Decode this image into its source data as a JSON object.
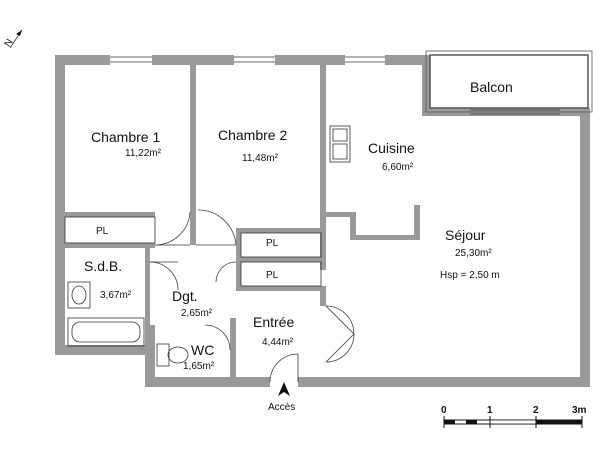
{
  "rooms": {
    "chambre1": {
      "name": "Chambre 1",
      "area": "11,22m²"
    },
    "chambre2": {
      "name": "Chambre 2",
      "area": "11,48m²"
    },
    "cuisine": {
      "name": "Cuisine",
      "area": "6,60m²"
    },
    "balcon": {
      "name": "Balcon"
    },
    "sejour": {
      "name": "Séjour",
      "area": "25,30m²",
      "note": "Hsp = 2,50 m"
    },
    "sdb": {
      "name": "S.d.B.",
      "area": "3,67m²"
    },
    "dgt": {
      "name": "Dgt.",
      "area": "2,65m²"
    },
    "entree": {
      "name": "Entrée",
      "area": "4,44m²"
    },
    "wc": {
      "name": "WC",
      "area": "1,65m²"
    }
  },
  "closets": [
    "PL",
    "PL",
    "PL"
  ],
  "access": {
    "label": "Accès"
  },
  "compass": {
    "label": "N"
  },
  "scale": {
    "ticks": [
      "0",
      "1",
      "2",
      "3m"
    ]
  }
}
